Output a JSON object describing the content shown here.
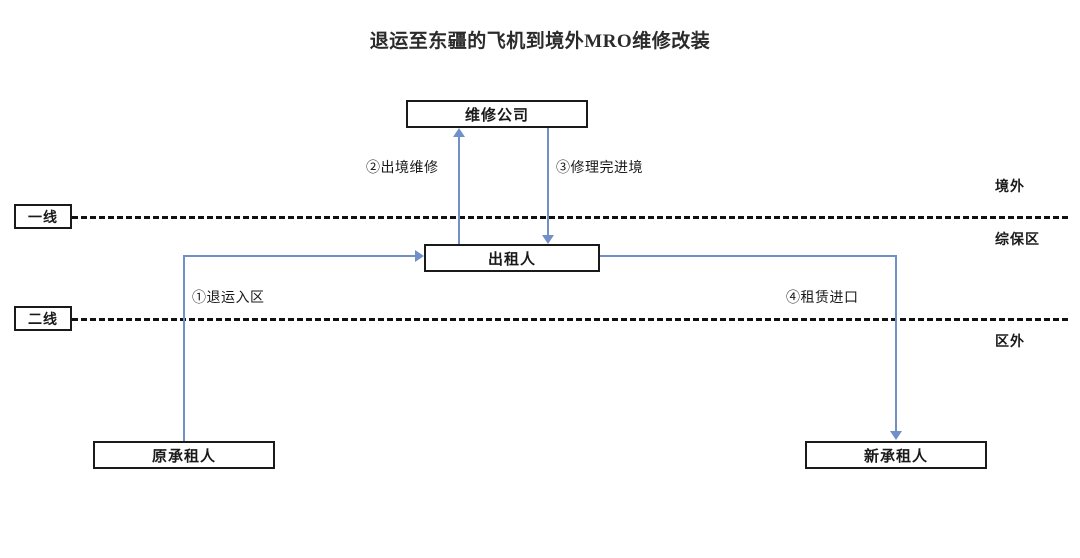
{
  "diagram": {
    "title": "退运至东疆的飞机到境外MRO维修改装",
    "accent_color": "#7190c9",
    "line_color": "#111111",
    "nodes": [
      {
        "id": "maintenance",
        "label": "维修公司"
      },
      {
        "id": "lessor",
        "label": "出租人"
      },
      {
        "id": "old_lessee",
        "label": "原承租人"
      },
      {
        "id": "new_lessee",
        "label": "新承租人"
      }
    ],
    "boundaries": [
      {
        "id": "line_1",
        "tag": "一线"
      },
      {
        "id": "line_2",
        "tag": "二线"
      }
    ],
    "zones": [
      {
        "id": "overseas",
        "label": "境外"
      },
      {
        "id": "bonded",
        "label": "综保区"
      },
      {
        "id": "outside",
        "label": "区外"
      }
    ],
    "flows": [
      {
        "id": "step_1",
        "label": "①退运入区"
      },
      {
        "id": "step_2",
        "label": "②出境维修"
      },
      {
        "id": "step_3",
        "label": "③修理完进境"
      },
      {
        "id": "step_4",
        "label": "④租赁进口"
      }
    ]
  }
}
